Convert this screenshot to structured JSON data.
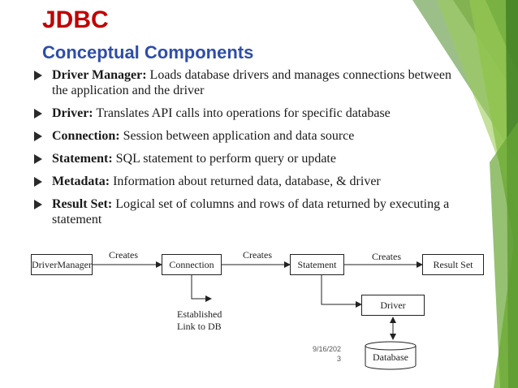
{
  "slide": {
    "title": "JDBC",
    "subtitle": "Conceptual Components",
    "colors": {
      "title": "#c00000",
      "subtitle": "#2e4ea8",
      "decoration": "#7fb842"
    },
    "bullets": [
      {
        "term": "Driver Manager:",
        "text": " Loads database drivers and manages connections between the application and the driver"
      },
      {
        "term": "Driver:",
        "text": " Translates API calls into operations for specific database"
      },
      {
        "term": "Connection:",
        "text": " Session between application and data source"
      },
      {
        "term": "Statement:",
        "text": " SQL statement to perform query or update"
      },
      {
        "term": "Metadata:",
        "text": " Information about returned data, database, & driver"
      },
      {
        "term": "Result Set:",
        "text": " Logical set of columns and rows of data returned by executing a statement"
      }
    ],
    "diagram": {
      "boxes": {
        "driver_manager": "DriverManager",
        "connection": "Connection",
        "statement": "Statement",
        "result_set": "Result Set",
        "driver": "Driver",
        "database": "Database"
      },
      "edge_labels": {
        "creates_1": "Creates",
        "creates_2": "Creates",
        "creates_3": "Creates",
        "established_line1": "Established",
        "established_line2": "Link to DB"
      }
    },
    "footer": {
      "date_line1": "9/16/202",
      "date_line2": "3"
    }
  }
}
